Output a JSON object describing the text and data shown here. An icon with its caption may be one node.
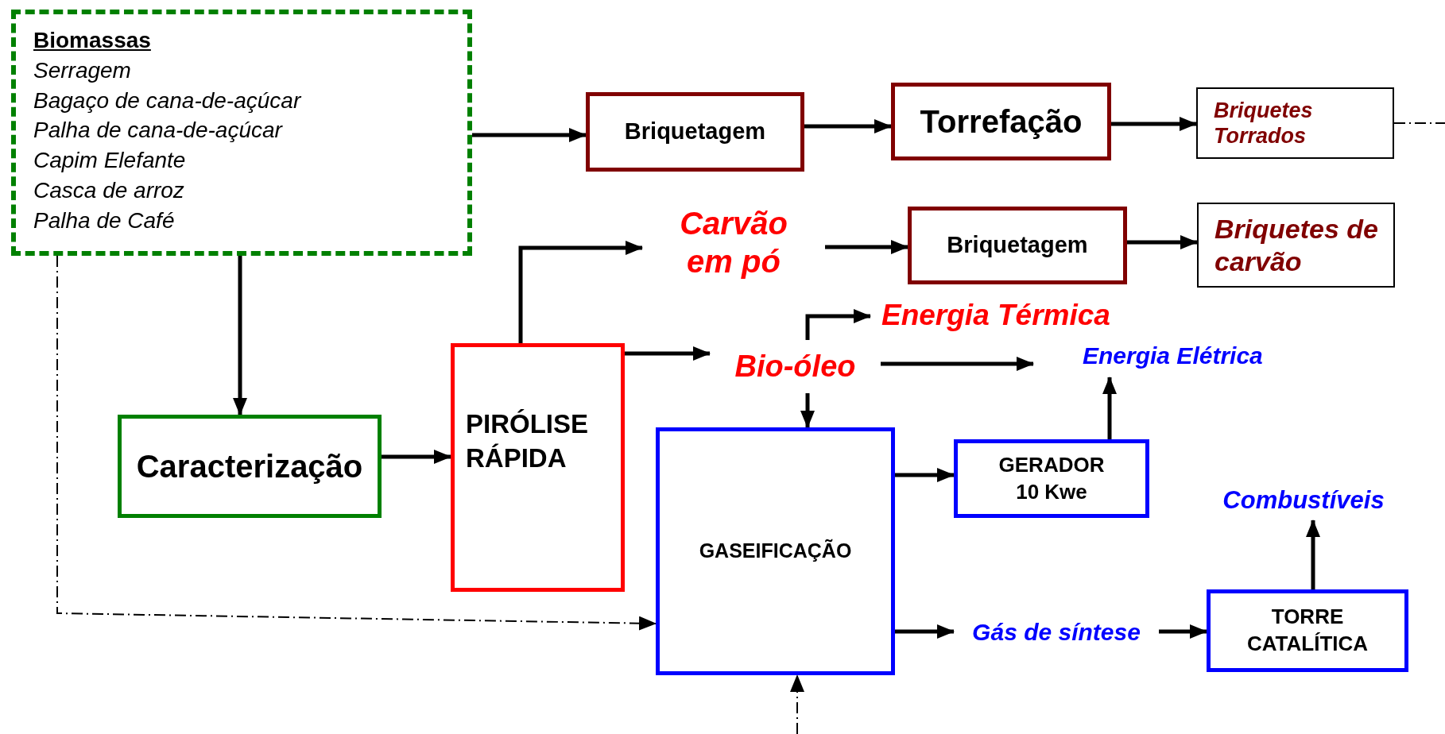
{
  "diagram": {
    "nodes": [
      {
        "text": [
          "Biomassas",
          "Serragem",
          "Bagaço de cana-de-açúcar",
          "Palha de cana-de-açúcar",
          "Capim Elefante",
          "Casca de arroz",
          "Palha de Café"
        ]
      },
      {
        "text": [
          "Briquetagem"
        ]
      },
      {
        "text": [
          "Torrefação"
        ]
      },
      {
        "text": [
          "Briquetes Torrados"
        ]
      },
      {
        "text": [
          "Carvão em pó"
        ]
      },
      {
        "text": [
          "Briquetagem"
        ]
      },
      {
        "text": [
          "Briquetes de carvão"
        ]
      },
      {
        "text": [
          "Energia Térmica"
        ]
      },
      {
        "text": [
          "Bio-óleo"
        ]
      },
      {
        "text": [
          "Energia Elétrica"
        ]
      },
      {
        "text": [
          "Caracterização"
        ]
      },
      {
        "text": [
          "PIRÓLISE RÁPIDA"
        ]
      },
      {
        "text": [
          "GASEIFICAÇÃO"
        ]
      },
      {
        "text": [
          "GERADOR 10 Kwe"
        ]
      },
      {
        "text": [
          "Combustíveis"
        ]
      },
      {
        "text": [
          "Gás de síntese"
        ]
      },
      {
        "text": [
          "TORRE CATALÍTICA"
        ]
      }
    ],
    "edges": [
      {
        "from": 0,
        "to": 1,
        "arrow": "to"
      },
      {
        "from": 1,
        "to": 2,
        "arrow": "to"
      },
      {
        "from": 2,
        "to": 3,
        "arrow": "to"
      },
      {
        "from": 3,
        "to": null,
        "arrow": "none",
        "style": "dashed"
      },
      {
        "from": 0,
        "to": 10,
        "arrow": "to"
      },
      {
        "from": 10,
        "to": 11,
        "arrow": "to"
      },
      {
        "from": 11,
        "to": 4,
        "arrow": "to"
      },
      {
        "from": 4,
        "to": 5,
        "arrow": "to"
      },
      {
        "from": 5,
        "to": 6,
        "arrow": "to"
      },
      {
        "from": 11,
        "to": 8,
        "arrow": "to"
      },
      {
        "from": 8,
        "to": 7,
        "arrow": "to"
      },
      {
        "from": 8,
        "to": 12,
        "arrow": "to"
      },
      {
        "from": 8,
        "to": 9,
        "arrow": "to"
      },
      {
        "from": 13,
        "to": 9,
        "arrow": "to"
      },
      {
        "from": 12,
        "to": 13,
        "arrow": "to"
      },
      {
        "from": 12,
        "to": 15,
        "arrow": "to"
      },
      {
        "from": 15,
        "to": 16,
        "arrow": "to"
      },
      {
        "from": 16,
        "to": 14,
        "arrow": "to"
      },
      {
        "from": 0,
        "to": 12,
        "arrow": "to",
        "style": "dashed"
      },
      {
        "from": null,
        "to": 12,
        "arrow": "to",
        "style": "dashed"
      }
    ]
  }
}
